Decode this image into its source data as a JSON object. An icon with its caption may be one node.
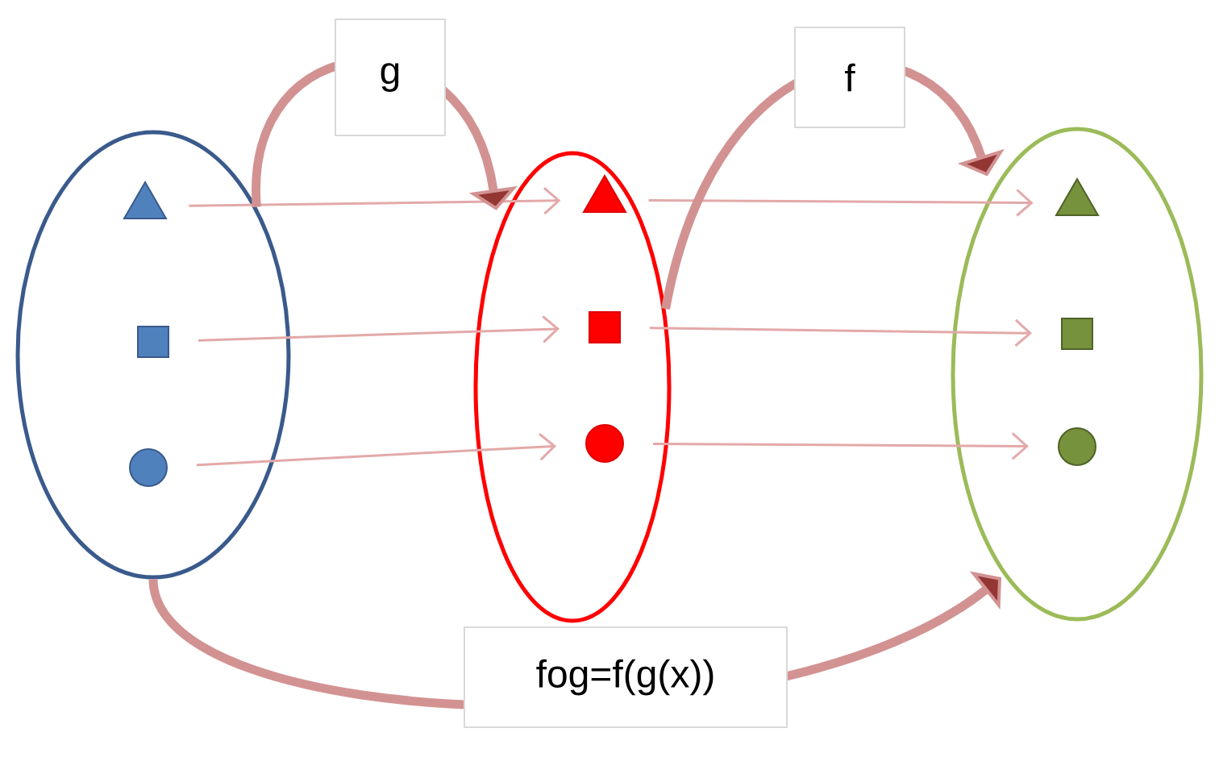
{
  "diagram": {
    "nodes": [
      {
        "text": [],
        "shape": "ellipse"
      },
      {
        "text": [],
        "shape": "triangle",
        "in": 0
      },
      {
        "text": [],
        "shape": "box",
        "in": 0
      },
      {
        "text": [],
        "shape": "circle",
        "in": 0
      },
      {
        "text": [],
        "shape": "ellipse"
      },
      {
        "text": [],
        "shape": "triangle",
        "in": 4
      },
      {
        "text": [],
        "shape": "box",
        "in": 4
      },
      {
        "text": [],
        "shape": "circle",
        "in": 4
      },
      {
        "text": [],
        "shape": "ellipse"
      },
      {
        "text": [],
        "shape": "triangle",
        "in": 8
      },
      {
        "text": [],
        "shape": "box",
        "in": 8
      },
      {
        "text": [],
        "shape": "circle",
        "in": 8
      }
    ],
    "edges": [
      {
        "from": 1,
        "to": 5,
        "arrow": "to"
      },
      {
        "from": 2,
        "to": 6,
        "arrow": "to"
      },
      {
        "from": 3,
        "to": 7,
        "arrow": "to"
      },
      {
        "from": 5,
        "to": 9,
        "arrow": "to"
      },
      {
        "from": 6,
        "to": 10,
        "arrow": "to"
      },
      {
        "from": 7,
        "to": 11,
        "arrow": "to"
      },
      {
        "from": 0,
        "to": 4,
        "arrow": "to",
        "label": "g",
        "style": "thick"
      },
      {
        "from": 4,
        "to": 8,
        "arrow": "to",
        "label": "f",
        "style": "thick"
      },
      {
        "from": 0,
        "to": 8,
        "arrow": "to",
        "label": "fog=f(g(x))",
        "style": "thick"
      }
    ]
  }
}
